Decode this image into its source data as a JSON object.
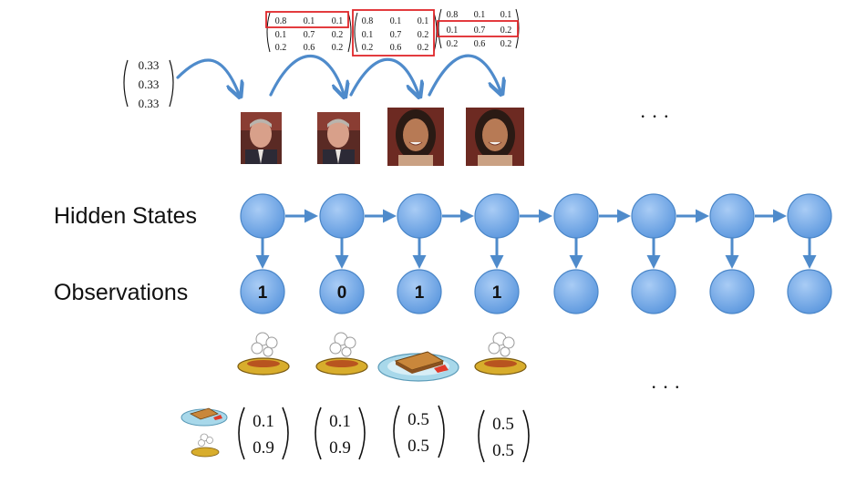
{
  "row_labels": {
    "hidden_states": "Hidden States",
    "observations": "Observations"
  },
  "initial_distribution": [
    "0.33",
    "0.33",
    "0.33"
  ],
  "transition_matrix": [
    [
      "0.8",
      "0.1",
      "0.1"
    ],
    [
      "0.1",
      "0.7",
      "0.2"
    ],
    [
      "0.2",
      "0.6",
      "0.2"
    ]
  ],
  "observation_values": [
    "1",
    "0",
    "1",
    "1",
    "",
    "",
    "",
    ""
  ],
  "emission_vectors": [
    [
      "0.1",
      "0.9"
    ],
    [
      "0.1",
      "0.9"
    ],
    [
      "0.5",
      "0.5"
    ],
    [
      "0.5",
      "0.5"
    ]
  ],
  "ellipsis": "· · ·",
  "colors": {
    "node_fill": "#6fa8e8",
    "node_stroke": "#4a86c8",
    "arrow": "#4f8bcb",
    "highlight": "#e0262a"
  },
  "icons": {
    "face_man": "photo-man-face-icon",
    "face_woman": "photo-woman-face-icon",
    "soup": "soup-bowl-icon",
    "sandwich": "sandwich-plate-icon"
  }
}
